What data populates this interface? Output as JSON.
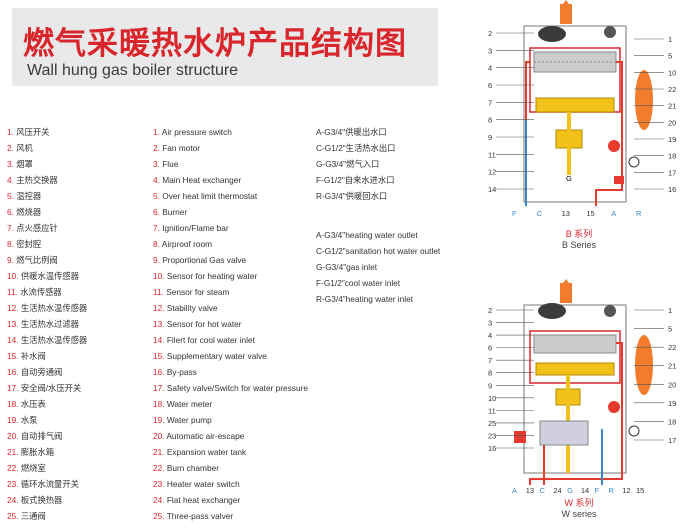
{
  "title": {
    "cn": "燃气采暖热水炉产品结构图",
    "en": "Wall hung gas boiler structure"
  },
  "components_cn": [
    "风压开关",
    "风机",
    "烟罩",
    "主热交换器",
    "温控器",
    "燃烧器",
    "点火感应针",
    "密封腔",
    "燃气比例阀",
    "供暖水温传感器",
    "水流传感器",
    "生活热水温传感器",
    "生活热水过滤器",
    "生活热水温传感器",
    "补水阀",
    "自动旁通阀",
    "安全阀/水压开关",
    "水压表",
    "水泵",
    "自动排气阀",
    "膨胀水箱",
    "燃烧室",
    "循环水流量开关",
    "板式换热器",
    "三通阀"
  ],
  "components_en": [
    "Air pressure switch",
    "Fan motor",
    "Flue",
    "Main Heat exchanger",
    "Over heat limit thermostat",
    "Burner",
    "Ignition/Flame bar",
    "Airproof room",
    "Proportional Gas valve",
    "Sensor for heating water",
    "Sensor for steam",
    "Stability valve",
    "Sensor for hot water",
    "Filert for cool water inlet",
    "Supplementary water valve",
    "By-pass",
    "Safety valve/Switch  for water pressure",
    "Water meter",
    "Water pump",
    "Automatic air-escape",
    "Expansion water tank",
    "Burn chamber",
    "Heater water switch",
    "Flat heat exchanger",
    "Three-pass valver"
  ],
  "connections_cn": [
    "A-G3/4\"供暖出水口",
    "C-G1/2\"生活热水出口",
    "G-G3/4\"燃气入口",
    "F-G1/2\"自来水进水口",
    "R-G3/4\"供暖回水口"
  ],
  "connections_en": [
    "A-G3/4\"heating water outlet",
    "C-G1/2\"sanitation hot water outlet",
    "G-G3/4\"gas inlet",
    "F-G1/2\"cool water inlet",
    "R-G3/4\"heating water inlet"
  ],
  "diagram_b": {
    "series_cn": "B 系列",
    "series_en": "B Series",
    "left_labels": [
      "2",
      "3",
      "4",
      "6",
      "7",
      "8",
      "9",
      "11",
      "12",
      "14"
    ],
    "right_labels": [
      "1",
      "5",
      "10",
      "22",
      "21",
      "20",
      "19",
      "18",
      "17",
      "16"
    ],
    "bottom_labels": [
      "F",
      "C",
      "13",
      "15",
      "A",
      "R"
    ],
    "center_label": "G"
  },
  "diagram_w": {
    "series_cn": "W 系列",
    "series_en": "W series",
    "left_labels": [
      "2",
      "3",
      "4",
      "6",
      "7",
      "8",
      "9",
      "10",
      "11",
      "25",
      "23",
      "16"
    ],
    "right_labels": [
      "1",
      "5",
      "22",
      "21",
      "20",
      "19",
      "18",
      "17"
    ],
    "bottom_labels": [
      "A",
      "13",
      "C",
      "24",
      "G",
      "14",
      "F",
      "R",
      "12",
      "15"
    ]
  },
  "colors": {
    "accent": "#d9262c",
    "pipe_red": "#e8392f",
    "pipe_blue": "#3b86c8",
    "gas_yellow": "#f3c21a",
    "tank_orange": "#f07c2c"
  }
}
